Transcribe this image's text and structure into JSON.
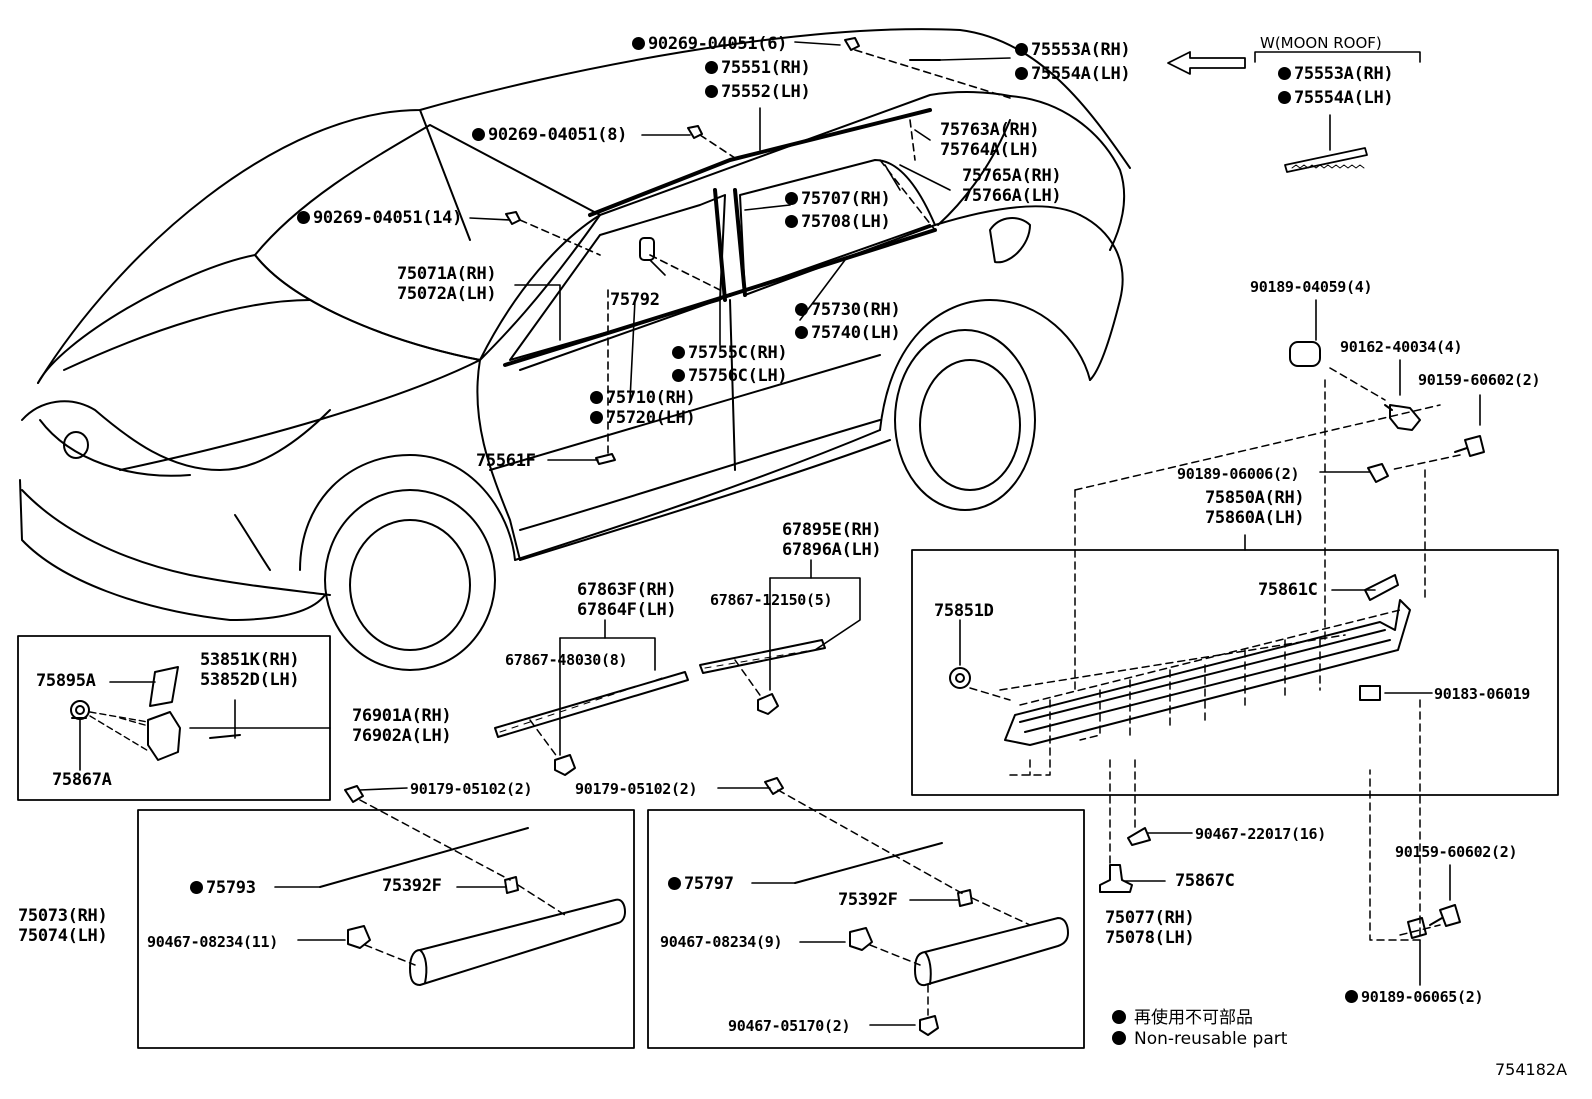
{
  "moon_roof_label": "W(MOON ROOF)",
  "diagram_code": "754182A",
  "legend": [
    {
      "text": "再使用不可部品"
    },
    {
      "text": "Non-reusable part"
    }
  ],
  "callouts": [
    {
      "id": "c-90269-6",
      "dot": true,
      "lines": [
        "90269-04051(6)"
      ]
    },
    {
      "id": "c-75553A",
      "dot": true,
      "lines": [
        "75553A(RH)"
      ]
    },
    {
      "id": "c-75554A",
      "dot": true,
      "lines": [
        "75554A(LH)"
      ]
    },
    {
      "id": "c-moon-75553A",
      "dot": true,
      "lines": [
        "75553A(RH)"
      ]
    },
    {
      "id": "c-moon-75554A",
      "dot": true,
      "lines": [
        "75554A(LH)"
      ]
    },
    {
      "id": "c-75551",
      "dot": true,
      "lines": [
        "75551(RH)"
      ]
    },
    {
      "id": "c-75552",
      "dot": true,
      "lines": [
        "75552(LH)"
      ]
    },
    {
      "id": "c-90269-8",
      "dot": true,
      "lines": [
        "90269-04051(8)"
      ]
    },
    {
      "id": "c-75763A",
      "dot": false,
      "lines": [
        "75763A(RH)",
        "75764A(LH)"
      ]
    },
    {
      "id": "c-75765A",
      "dot": false,
      "lines": [
        "75765A(RH)",
        "75766A(LH)"
      ]
    },
    {
      "id": "c-75707",
      "dot": true,
      "lines": [
        "75707(RH)"
      ]
    },
    {
      "id": "c-75708",
      "dot": true,
      "lines": [
        "75708(LH)"
      ]
    },
    {
      "id": "c-90269-14",
      "dot": true,
      "lines": [
        "90269-04051(14)"
      ]
    },
    {
      "id": "c-75071A",
      "dot": false,
      "lines": [
        "75071A(RH)",
        "75072A(LH)"
      ]
    },
    {
      "id": "c-75792",
      "dot": false,
      "lines": [
        "75792"
      ]
    },
    {
      "id": "c-75730",
      "dot": true,
      "lines": [
        "75730(RH)"
      ]
    },
    {
      "id": "c-75740",
      "dot": true,
      "lines": [
        "75740(LH)"
      ]
    },
    {
      "id": "c-75755C",
      "dot": true,
      "lines": [
        "75755C(RH)"
      ]
    },
    {
      "id": "c-75756C",
      "dot": true,
      "lines": [
        "75756C(LH)"
      ]
    },
    {
      "id": "c-75710",
      "dot": true,
      "lines": [
        "75710(RH)"
      ]
    },
    {
      "id": "c-75720",
      "dot": true,
      "lines": [
        "75720(LH)"
      ]
    },
    {
      "id": "c-75561F",
      "dot": false,
      "lines": [
        "75561F"
      ]
    },
    {
      "id": "c-90189-04059",
      "dot": false,
      "lines": [
        "90189-04059(4)"
      ]
    },
    {
      "id": "c-90162",
      "dot": false,
      "lines": [
        "90162-40034(4)"
      ]
    },
    {
      "id": "c-90159-a",
      "dot": false,
      "lines": [
        "90159-60602(2)"
      ]
    },
    {
      "id": "c-90189-06006",
      "dot": false,
      "lines": [
        "90189-06006(2)"
      ]
    },
    {
      "id": "c-75850A",
      "dot": false,
      "lines": [
        "75850A(RH)",
        "75860A(LH)"
      ]
    },
    {
      "id": "c-75861C",
      "dot": false,
      "lines": [
        "75861C"
      ]
    },
    {
      "id": "c-75851D",
      "dot": false,
      "lines": [
        "75851D"
      ]
    },
    {
      "id": "c-90183",
      "dot": false,
      "lines": [
        "90183-06019"
      ]
    },
    {
      "id": "c-67895E",
      "dot": false,
      "lines": [
        "67895E(RH)",
        "67896A(LH)"
      ]
    },
    {
      "id": "c-67867-12150",
      "dot": false,
      "lines": [
        "67867-12150(5)"
      ]
    },
    {
      "id": "c-67863F",
      "dot": false,
      "lines": [
        "67863F(RH)",
        "67864F(LH)"
      ]
    },
    {
      "id": "c-67867-48030",
      "dot": false,
      "lines": [
        "67867-48030(8)"
      ]
    },
    {
      "id": "c-75895A",
      "dot": false,
      "lines": [
        "75895A"
      ]
    },
    {
      "id": "c-53851K",
      "dot": false,
      "lines": [
        "53851K(RH)",
        "53852D(LH)"
      ]
    },
    {
      "id": "c-76901A",
      "dot": false,
      "lines": [
        "76901A(RH)",
        "76902A(LH)"
      ]
    },
    {
      "id": "c-75867A",
      "dot": false,
      "lines": [
        "75867A"
      ]
    },
    {
      "id": "c-90179-a",
      "dot": false,
      "lines": [
        "90179-05102(2)"
      ]
    },
    {
      "id": "c-90179-b",
      "dot": false,
      "lines": [
        "90179-05102(2)"
      ]
    },
    {
      "id": "c-90467-22017",
      "dot": false,
      "lines": [
        "90467-22017(16)"
      ]
    },
    {
      "id": "c-75867C",
      "dot": false,
      "lines": [
        "75867C"
      ]
    },
    {
      "id": "c-90159-b",
      "dot": false,
      "lines": [
        "90159-60602(2)"
      ]
    },
    {
      "id": "c-90189-06065",
      "dot": true,
      "lines": [
        "90189-06065(2)"
      ]
    },
    {
      "id": "c-75793",
      "dot": true,
      "lines": [
        "75793"
      ]
    },
    {
      "id": "c-75392F-a",
      "dot": false,
      "lines": [
        "75392F"
      ]
    },
    {
      "id": "c-75073",
      "dot": false,
      "lines": [
        "75073(RH)",
        "75074(LH)"
      ]
    },
    {
      "id": "c-90467-08234-11",
      "dot": false,
      "lines": [
        "90467-08234(11)"
      ]
    },
    {
      "id": "c-75797",
      "dot": true,
      "lines": [
        "75797"
      ]
    },
    {
      "id": "c-75392F-b",
      "dot": false,
      "lines": [
        "75392F"
      ]
    },
    {
      "id": "c-75077",
      "dot": false,
      "lines": [
        "75077(RH)",
        "75078(LH)"
      ]
    },
    {
      "id": "c-90467-08234-9",
      "dot": false,
      "lines": [
        "90467-08234(9)"
      ]
    },
    {
      "id": "c-90467-05170",
      "dot": false,
      "lines": [
        "90467-05170(2)"
      ]
    }
  ]
}
